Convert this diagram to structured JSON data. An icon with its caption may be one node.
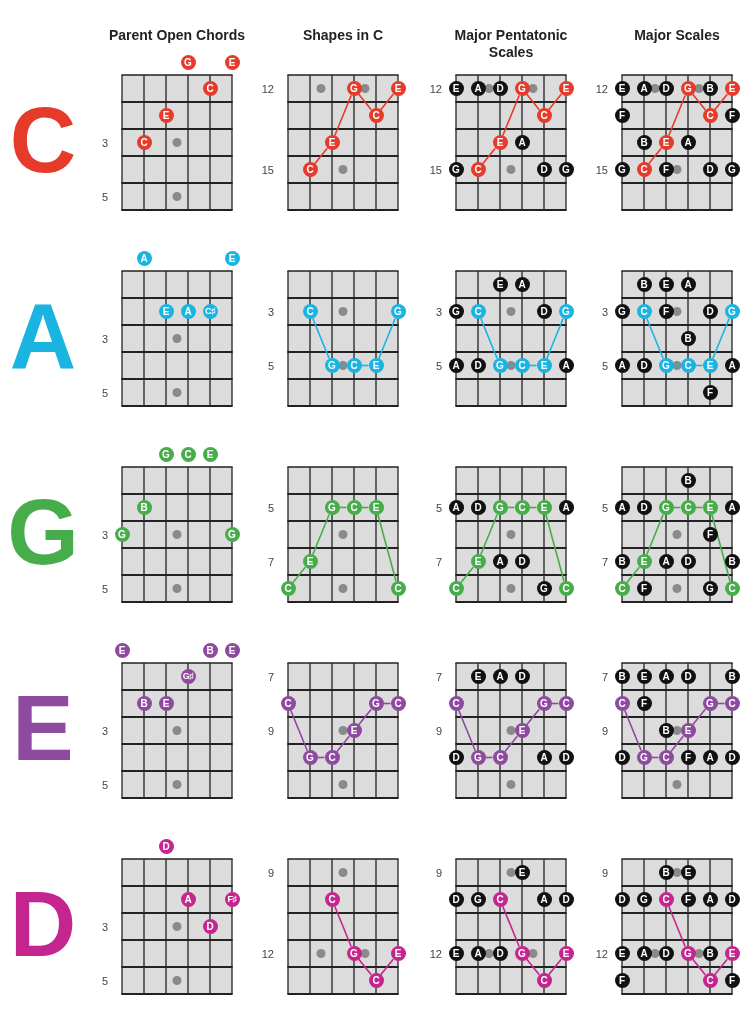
{
  "diagram": {
    "nodes": [
      {
        "text": [
          "G"
        ]
      },
      {
        "text": [
          "E"
        ]
      },
      {
        "text": [
          "C"
        ]
      },
      {
        "text": [
          "E"
        ]
      },
      {
        "text": [
          "C"
        ]
      },
      {
        "text": [
          "G"
        ]
      },
      {
        "text": [
          "E"
        ]
      },
      {
        "text": [
          "C"
        ]
      },
      {
        "text": [
          "E"
        ]
      },
      {
        "text": [
          "C"
        ]
      },
      {
        "text": [
          "E"
        ]
      },
      {
        "text": [
          "A"
        ]
      },
      {
        "text": [
          "D"
        ]
      },
      {
        "text": [
          "G"
        ]
      },
      {
        "text": [
          "E"
        ]
      },
      {
        "text": [
          "C"
        ]
      },
      {
        "text": [
          "E"
        ]
      },
      {
        "text": [
          "A"
        ]
      },
      {
        "text": [
          "G"
        ]
      },
      {
        "text": [
          "C"
        ]
      },
      {
        "text": [
          "D"
        ]
      },
      {
        "text": [
          "G"
        ]
      },
      {
        "text": [
          "E"
        ]
      },
      {
        "text": [
          "A"
        ]
      },
      {
        "text": [
          "D"
        ]
      },
      {
        "text": [
          "G"
        ]
      },
      {
        "text": [
          "B"
        ]
      },
      {
        "text": [
          "E"
        ]
      },
      {
        "text": [
          "F"
        ]
      },
      {
        "text": [
          "C"
        ]
      },
      {
        "text": [
          "F"
        ]
      },
      {
        "text": [
          "B"
        ]
      },
      {
        "text": [
          "E"
        ]
      },
      {
        "text": [
          "A"
        ]
      },
      {
        "text": [
          "G"
        ]
      },
      {
        "text": [
          "C"
        ]
      },
      {
        "text": [
          "F"
        ]
      },
      {
        "text": [
          "D"
        ]
      },
      {
        "text": [
          "G"
        ]
      },
      {
        "text": [
          "A"
        ]
      },
      {
        "text": [
          "E"
        ]
      },
      {
        "text": [
          "E"
        ]
      },
      {
        "text": [
          "A"
        ]
      },
      {
        "text": [
          "C♯"
        ]
      },
      {
        "text": [
          "C"
        ]
      },
      {
        "text": [
          "G"
        ]
      },
      {
        "text": [
          "G"
        ]
      },
      {
        "text": [
          "C"
        ]
      },
      {
        "text": [
          "E"
        ]
      },
      {
        "text": [
          "E"
        ]
      },
      {
        "text": [
          "A"
        ]
      },
      {
        "text": [
          "G"
        ]
      },
      {
        "text": [
          "C"
        ]
      },
      {
        "text": [
          "D"
        ]
      },
      {
        "text": [
          "G"
        ]
      },
      {
        "text": [
          "A"
        ]
      },
      {
        "text": [
          "D"
        ]
      },
      {
        "text": [
          "G"
        ]
      },
      {
        "text": [
          "C"
        ]
      },
      {
        "text": [
          "E"
        ]
      },
      {
        "text": [
          "A"
        ]
      },
      {
        "text": [
          "B"
        ]
      },
      {
        "text": [
          "E"
        ]
      },
      {
        "text": [
          "A"
        ]
      },
      {
        "text": [
          "G"
        ]
      },
      {
        "text": [
          "C"
        ]
      },
      {
        "text": [
          "F"
        ]
      },
      {
        "text": [
          "D"
        ]
      },
      {
        "text": [
          "G"
        ]
      },
      {
        "text": [
          "B"
        ]
      },
      {
        "text": [
          "A"
        ]
      },
      {
        "text": [
          "D"
        ]
      },
      {
        "text": [
          "G"
        ]
      },
      {
        "text": [
          "C"
        ]
      },
      {
        "text": [
          "E"
        ]
      },
      {
        "text": [
          "A"
        ]
      },
      {
        "text": [
          "F"
        ]
      },
      {
        "text": [
          "G"
        ]
      },
      {
        "text": [
          "C"
        ]
      },
      {
        "text": [
          "E"
        ]
      },
      {
        "text": [
          "B"
        ]
      },
      {
        "text": [
          "G"
        ]
      },
      {
        "text": [
          "G"
        ]
      },
      {
        "text": [
          "G"
        ]
      },
      {
        "text": [
          "C"
        ]
      },
      {
        "text": [
          "E"
        ]
      },
      {
        "text": [
          "E"
        ]
      },
      {
        "text": [
          "C"
        ]
      },
      {
        "text": [
          "C"
        ]
      },
      {
        "text": [
          "A"
        ]
      },
      {
        "text": [
          "D"
        ]
      },
      {
        "text": [
          "G"
        ]
      },
      {
        "text": [
          "C"
        ]
      },
      {
        "text": [
          "E"
        ]
      },
      {
        "text": [
          "A"
        ]
      },
      {
        "text": [
          "E"
        ]
      },
      {
        "text": [
          "A"
        ]
      },
      {
        "text": [
          "D"
        ]
      },
      {
        "text": [
          "C"
        ]
      },
      {
        "text": [
          "G"
        ]
      },
      {
        "text": [
          "C"
        ]
      },
      {
        "text": [
          "B"
        ]
      },
      {
        "text": [
          "A"
        ]
      },
      {
        "text": [
          "D"
        ]
      },
      {
        "text": [
          "G"
        ]
      },
      {
        "text": [
          "C"
        ]
      },
      {
        "text": [
          "E"
        ]
      },
      {
        "text": [
          "A"
        ]
      },
      {
        "text": [
          "F"
        ]
      },
      {
        "text": [
          "B"
        ]
      },
      {
        "text": [
          "E"
        ]
      },
      {
        "text": [
          "A"
        ]
      },
      {
        "text": [
          "D"
        ]
      },
      {
        "text": [
          "B"
        ]
      },
      {
        "text": [
          "C"
        ]
      },
      {
        "text": [
          "F"
        ]
      },
      {
        "text": [
          "G"
        ]
      },
      {
        "text": [
          "C"
        ]
      },
      {
        "text": [
          "E"
        ]
      },
      {
        "text": [
          "B"
        ]
      },
      {
        "text": [
          "E"
        ]
      },
      {
        "text": [
          "G♯"
        ]
      },
      {
        "text": [
          "B"
        ]
      },
      {
        "text": [
          "E"
        ]
      },
      {
        "text": [
          "C"
        ]
      },
      {
        "text": [
          "G"
        ]
      },
      {
        "text": [
          "C"
        ]
      },
      {
        "text": [
          "E"
        ]
      },
      {
        "text": [
          "G"
        ]
      },
      {
        "text": [
          "C"
        ]
      },
      {
        "text": [
          "E"
        ]
      },
      {
        "text": [
          "A"
        ]
      },
      {
        "text": [
          "D"
        ]
      },
      {
        "text": [
          "C"
        ]
      },
      {
        "text": [
          "G"
        ]
      },
      {
        "text": [
          "C"
        ]
      },
      {
        "text": [
          "E"
        ]
      },
      {
        "text": [
          "D"
        ]
      },
      {
        "text": [
          "G"
        ]
      },
      {
        "text": [
          "C"
        ]
      },
      {
        "text": [
          "A"
        ]
      },
      {
        "text": [
          "D"
        ]
      },
      {
        "text": [
          "B"
        ]
      },
      {
        "text": [
          "E"
        ]
      },
      {
        "text": [
          "A"
        ]
      },
      {
        "text": [
          "D"
        ]
      },
      {
        "text": [
          "B"
        ]
      },
      {
        "text": [
          "C"
        ]
      },
      {
        "text": [
          "F"
        ]
      },
      {
        "text": [
          "G"
        ]
      },
      {
        "text": [
          "C"
        ]
      },
      {
        "text": [
          "B"
        ]
      },
      {
        "text": [
          "E"
        ]
      },
      {
        "text": [
          "D"
        ]
      },
      {
        "text": [
          "G"
        ]
      },
      {
        "text": [
          "C"
        ]
      },
      {
        "text": [
          "F"
        ]
      },
      {
        "text": [
          "A"
        ]
      },
      {
        "text": [
          "D"
        ]
      },
      {
        "text": [
          "D"
        ]
      },
      {
        "text": [
          "A"
        ]
      },
      {
        "text": [
          "F♯"
        ]
      },
      {
        "text": [
          "D"
        ]
      },
      {
        "text": [
          "C"
        ]
      },
      {
        "text": [
          "G"
        ]
      },
      {
        "text": [
          "E"
        ]
      },
      {
        "text": [
          "C"
        ]
      },
      {
        "text": [
          "E"
        ]
      },
      {
        "text": [
          "D"
        ]
      },
      {
        "text": [
          "G"
        ]
      },
      {
        "text": [
          "C"
        ]
      },
      {
        "text": [
          "A"
        ]
      },
      {
        "text": [
          "D"
        ]
      },
      {
        "text": [
          "E"
        ]
      },
      {
        "text": [
          "A"
        ]
      },
      {
        "text": [
          "D"
        ]
      },
      {
        "text": [
          "G"
        ]
      },
      {
        "text": [
          "E"
        ]
      },
      {
        "text": [
          "C"
        ]
      },
      {
        "text": [
          "B"
        ]
      },
      {
        "text": [
          "E"
        ]
      },
      {
        "text": [
          "D"
        ]
      },
      {
        "text": [
          "G"
        ]
      },
      {
        "text": [
          "C"
        ]
      },
      {
        "text": [
          "F"
        ]
      },
      {
        "text": [
          "A"
        ]
      },
      {
        "text": [
          "D"
        ]
      },
      {
        "text": [
          "E"
        ]
      },
      {
        "text": [
          "A"
        ]
      },
      {
        "text": [
          "D"
        ]
      },
      {
        "text": [
          "G"
        ]
      },
      {
        "text": [
          "B"
        ]
      },
      {
        "text": [
          "E"
        ]
      },
      {
        "text": [
          "F"
        ]
      },
      {
        "text": [
          "C"
        ]
      },
      {
        "text": [
          "F"
        ]
      }
    ],
    "edges": [
      {
        "from": 9,
        "to": 8,
        "arrow": "none",
        "color": "#e63a2b"
      },
      {
        "from": 8,
        "to": 5,
        "arrow": "none",
        "color": "#e63a2b"
      },
      {
        "from": 5,
        "to": 7,
        "arrow": "none",
        "color": "#e63a2b"
      },
      {
        "from": 7,
        "to": 6,
        "arrow": "none",
        "color": "#e63a2b"
      },
      {
        "from": 19,
        "to": 16,
        "arrow": "none",
        "color": "#e63a2b"
      },
      {
        "from": 16,
        "to": 13,
        "arrow": "none",
        "color": "#e63a2b"
      },
      {
        "from": 13,
        "to": 15,
        "arrow": "none",
        "color": "#e63a2b"
      },
      {
        "from": 15,
        "to": 14,
        "arrow": "none",
        "color": "#e63a2b"
      },
      {
        "from": 35,
        "to": 32,
        "arrow": "none",
        "color": "#e63a2b"
      },
      {
        "from": 32,
        "to": 25,
        "arrow": "none",
        "color": "#e63a2b"
      },
      {
        "from": 25,
        "to": 29,
        "arrow": "none",
        "color": "#e63a2b"
      },
      {
        "from": 29,
        "to": 27,
        "arrow": "none",
        "color": "#e63a2b"
      },
      {
        "from": 44,
        "to": 46,
        "arrow": "none",
        "color": "#1ab4e0"
      },
      {
        "from": 46,
        "to": 47,
        "arrow": "none",
        "color": "#1ab4e0"
      },
      {
        "from": 47,
        "to": 48,
        "arrow": "none",
        "color": "#1ab4e0"
      },
      {
        "from": 48,
        "to": 45,
        "arrow": "none",
        "color": "#1ab4e0"
      },
      {
        "from": 52,
        "to": 57,
        "arrow": "none",
        "color": "#1ab4e0"
      },
      {
        "from": 57,
        "to": 58,
        "arrow": "none",
        "color": "#1ab4e0"
      },
      {
        "from": 58,
        "to": 59,
        "arrow": "none",
        "color": "#1ab4e0"
      },
      {
        "from": 59,
        "to": 54,
        "arrow": "none",
        "color": "#1ab4e0"
      },
      {
        "from": 65,
        "to": 72,
        "arrow": "none",
        "color": "#1ab4e0"
      },
      {
        "from": 72,
        "to": 73,
        "arrow": "none",
        "color": "#1ab4e0"
      },
      {
        "from": 73,
        "to": 74,
        "arrow": "none",
        "color": "#1ab4e0"
      },
      {
        "from": 74,
        "to": 68,
        "arrow": "none",
        "color": "#1ab4e0"
      },
      {
        "from": 87,
        "to": 86,
        "arrow": "none",
        "color": "#47ad4b"
      },
      {
        "from": 86,
        "to": 83,
        "arrow": "none",
        "color": "#47ad4b"
      },
      {
        "from": 83,
        "to": 84,
        "arrow": "none",
        "color": "#47ad4b"
      },
      {
        "from": 84,
        "to": 85,
        "arrow": "none",
        "color": "#47ad4b"
      },
      {
        "from": 85,
        "to": 88,
        "arrow": "none",
        "color": "#47ad4b"
      },
      {
        "from": 98,
        "to": 95,
        "arrow": "none",
        "color": "#47ad4b"
      },
      {
        "from": 95,
        "to": 91,
        "arrow": "none",
        "color": "#47ad4b"
      },
      {
        "from": 91,
        "to": 92,
        "arrow": "none",
        "color": "#47ad4b"
      },
      {
        "from": 92,
        "to": 93,
        "arrow": "none",
        "color": "#47ad4b"
      },
      {
        "from": 93,
        "to": 100,
        "arrow": "none",
        "color": "#47ad4b"
      },
      {
        "from": 114,
        "to": 110,
        "arrow": "none",
        "color": "#47ad4b"
      },
      {
        "from": 110,
        "to": 104,
        "arrow": "none",
        "color": "#47ad4b"
      },
      {
        "from": 104,
        "to": 105,
        "arrow": "none",
        "color": "#47ad4b"
      },
      {
        "from": 105,
        "to": 106,
        "arrow": "none",
        "color": "#47ad4b"
      },
      {
        "from": 106,
        "to": 117,
        "arrow": "none",
        "color": "#47ad4b"
      },
      {
        "from": 124,
        "to": 128,
        "arrow": "none",
        "color": "#8e4a9e"
      },
      {
        "from": 128,
        "to": 129,
        "arrow": "none",
        "color": "#8e4a9e"
      },
      {
        "from": 129,
        "to": 127,
        "arrow": "none",
        "color": "#8e4a9e"
      },
      {
        "from": 127,
        "to": 125,
        "arrow": "none",
        "color": "#8e4a9e"
      },
      {
        "from": 125,
        "to": 126,
        "arrow": "none",
        "color": "#8e4a9e"
      },
      {
        "from": 133,
        "to": 138,
        "arrow": "none",
        "color": "#8e4a9e"
      },
      {
        "from": 138,
        "to": 139,
        "arrow": "none",
        "color": "#8e4a9e"
      },
      {
        "from": 139,
        "to": 136,
        "arrow": "none",
        "color": "#8e4a9e"
      },
      {
        "from": 136,
        "to": 134,
        "arrow": "none",
        "color": "#8e4a9e"
      },
      {
        "from": 134,
        "to": 135,
        "arrow": "none",
        "color": "#8e4a9e"
      },
      {
        "from": 147,
        "to": 154,
        "arrow": "none",
        "color": "#8e4a9e"
      },
      {
        "from": 154,
        "to": 155,
        "arrow": "none",
        "color": "#8e4a9e"
      },
      {
        "from": 155,
        "to": 152,
        "arrow": "none",
        "color": "#8e4a9e"
      },
      {
        "from": 152,
        "to": 149,
        "arrow": "none",
        "color": "#8e4a9e"
      },
      {
        "from": 149,
        "to": 150,
        "arrow": "none",
        "color": "#8e4a9e"
      },
      {
        "from": 163,
        "to": 164,
        "arrow": "none",
        "color": "#c4258f"
      },
      {
        "from": 164,
        "to": 166,
        "arrow": "none",
        "color": "#c4258f"
      },
      {
        "from": 166,
        "to": 165,
        "arrow": "none",
        "color": "#c4258f"
      },
      {
        "from": 170,
        "to": 176,
        "arrow": "none",
        "color": "#c4258f"
      },
      {
        "from": 176,
        "to": 178,
        "arrow": "none",
        "color": "#c4258f"
      },
      {
        "from": 178,
        "to": 177,
        "arrow": "none",
        "color": "#c4258f"
      },
      {
        "from": 183,
        "to": 190,
        "arrow": "none",
        "color": "#c4258f"
      },
      {
        "from": 190,
        "to": 194,
        "arrow": "none",
        "color": "#c4258f"
      },
      {
        "from": 194,
        "to": 192,
        "arrow": "none",
        "color": "#c4258f"
      }
    ],
    "labels": [
      "Parent Open Chords",
      "Shapes in C",
      "Major Pentatonic Scales",
      "Major Scales",
      "C",
      "3",
      "5",
      "12",
      "15",
      "12",
      "15",
      "12",
      "15",
      "A",
      "3",
      "5",
      "3",
      "5",
      "3",
      "5",
      "3",
      "5",
      "G",
      "3",
      "5",
      "5",
      "7",
      "5",
      "7",
      "5",
      "7",
      "E",
      "3",
      "5",
      "7",
      "9",
      "7",
      "9",
      "7",
      "9",
      "D",
      "3",
      "5",
      "9",
      "12",
      "9",
      "12",
      "9",
      "12"
    ]
  }
}
